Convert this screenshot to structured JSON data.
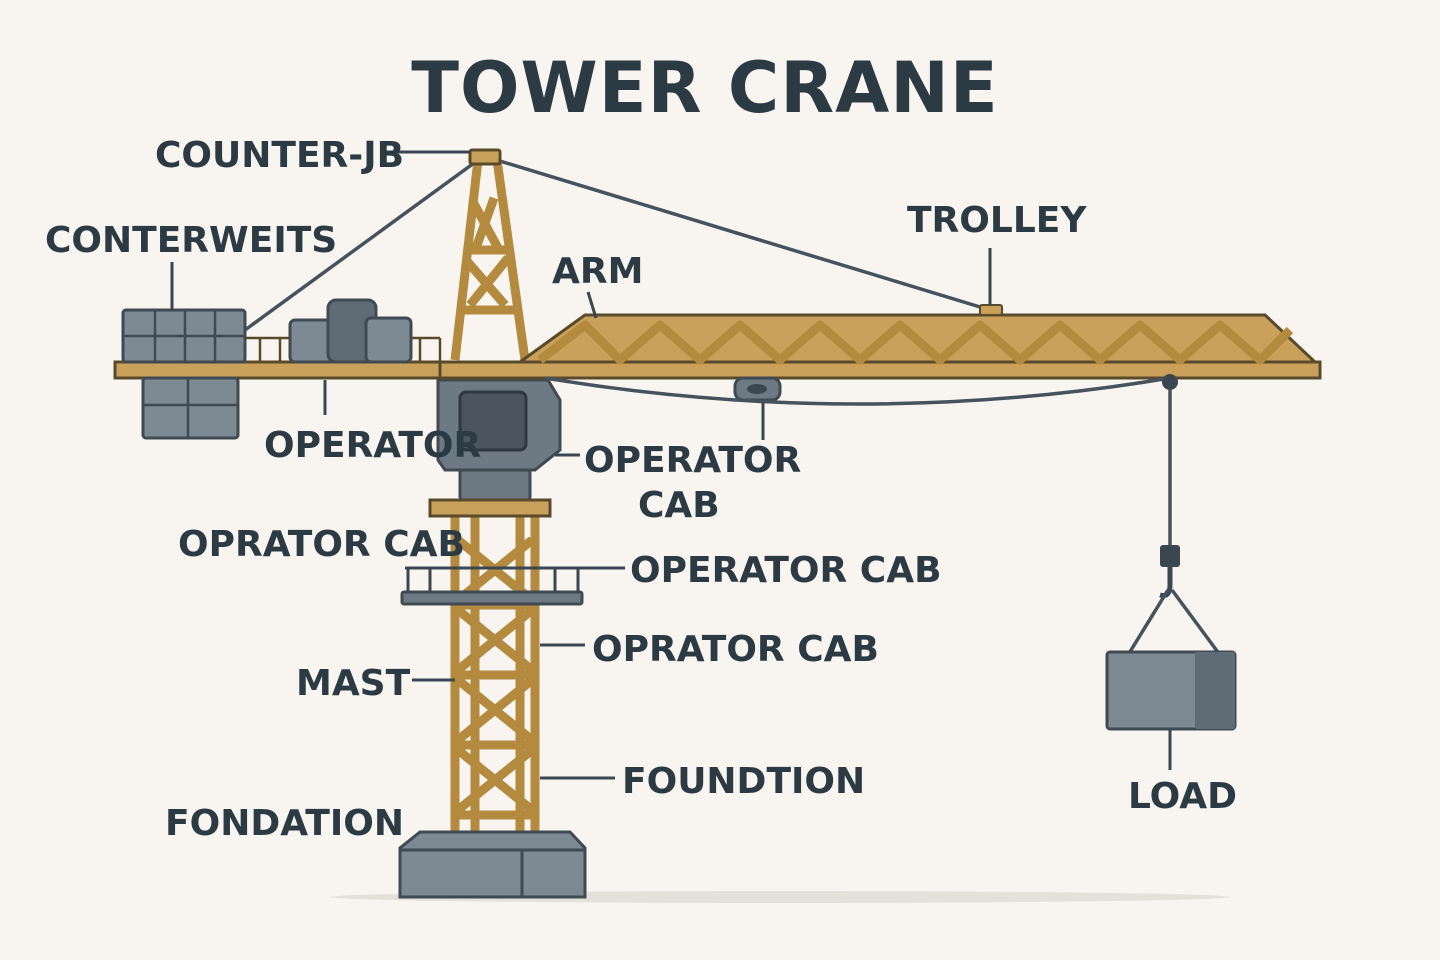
{
  "title": "TOWER CRANE",
  "labels": {
    "counter_jib": "COUNTER-JB",
    "counterweights": "CONTERWEITS",
    "arm": "ARM",
    "trolley": "TROLLEY",
    "operator": "OPERATOR",
    "operator_cab_right_line1": "OPERATOR",
    "operator_cab_right_line2": "CAB",
    "oprator_cab_left": "OPRATOR CAB",
    "operator_cab_mid": "OPERATOR CAB",
    "oprator_cab_lower": "OPRATOR CAB",
    "mast": "MAST",
    "foundtion": "FOUNDTION",
    "fondation": "FONDATION",
    "load": "LOAD"
  },
  "colors": {
    "background": "#f8f5f0",
    "truss": "#c9a15a",
    "steel": "#7d8a94",
    "text": "#2c3a44"
  }
}
